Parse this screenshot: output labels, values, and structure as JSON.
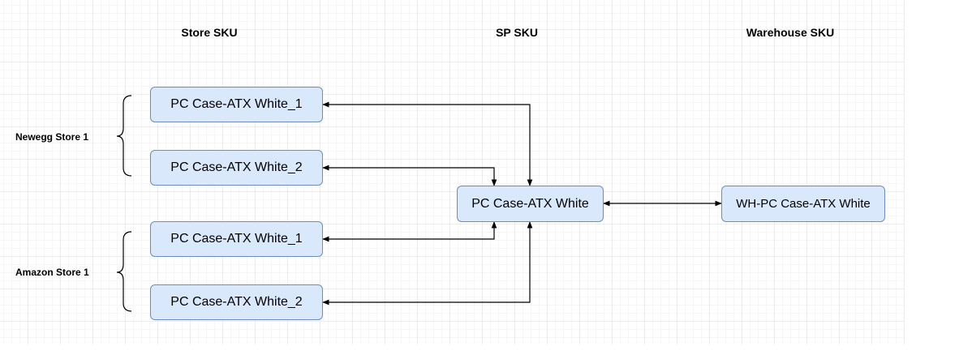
{
  "headings": {
    "store_sku": "Store SKU",
    "sp_sku": "SP SKU",
    "warehouse_sku": "Warehouse SKU"
  },
  "groups": {
    "newegg": "Newegg Store 1",
    "amazon": "Amazon Store 1"
  },
  "store_nodes": [
    "PC Case-ATX White_1",
    "PC Case-ATX White_2",
    "PC Case-ATX White_1",
    "PC Case-ATX White_2"
  ],
  "sp_node": "PC Case-ATX White",
  "warehouse_node": "WH-PC Case-ATX White",
  "colors": {
    "node_fill": "#dae8fc",
    "node_border": "#6c8ebf",
    "connector": "#000000",
    "grid": "#ececec"
  }
}
